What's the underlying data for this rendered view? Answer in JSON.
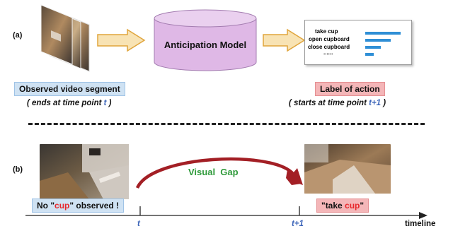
{
  "panel_a": {
    "label": "(a)",
    "model_label": "Anticipation Model",
    "output_items": [
      "take cup",
      "open cupboard",
      "close cupboard",
      "......"
    ],
    "observed_label": "Observed video segment",
    "observed_sub_prefix": "( ends at time point ",
    "observed_sub_var": "t",
    "observed_sub_suffix": " )",
    "action_label": "Label of action",
    "action_sub_prefix": "( starts at time point ",
    "action_sub_var": "t+1",
    "action_sub_suffix": " )"
  },
  "panel_b": {
    "label": "(b)",
    "gap_label": "Visual  Gap",
    "left_caption_pre": "No \"",
    "left_caption_red": "cup",
    "left_caption_post": "\" observed !",
    "right_caption_pre": "\"take ",
    "right_caption_red": "cup",
    "right_caption_post": "\"",
    "tick_t": "t",
    "tick_t1": "t+1",
    "axis_label": "timeline"
  },
  "colors": {
    "arrow_fill": "#f8e3b4",
    "arrow_stroke": "#e0a53c",
    "cylinder": "#dfb8e6",
    "bars": "#2f8fd6",
    "gap_arrow": "#a31f25"
  }
}
